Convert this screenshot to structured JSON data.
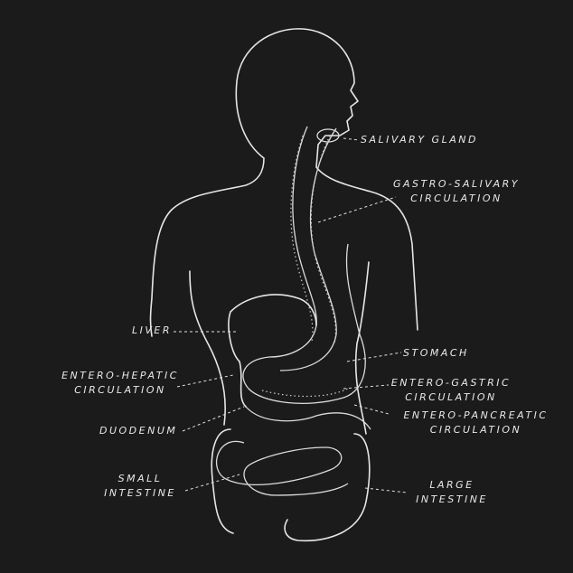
{
  "labels": {
    "salivary_gland": "Salivary Gland",
    "gastro_salivary_1": "Gastro-Salivary",
    "gastro_salivary_2": "Circulation",
    "liver": "Liver",
    "stomach": "Stomach",
    "entero_hepatic_1": "Entero-Hepatic",
    "entero_hepatic_2": "Circulation",
    "entero_gastric_1": "Entero-Gastric",
    "entero_gastric_2": "Circulation",
    "duodenum": "Duodenum",
    "entero_pancreatic_1": "Entero-Pancreatic",
    "entero_pancreatic_2": "Circulation",
    "small_intestine_1": "Small",
    "small_intestine_2": "Intestine",
    "large_intestine_1": "Large",
    "large_intestine_2": "Intestine"
  }
}
